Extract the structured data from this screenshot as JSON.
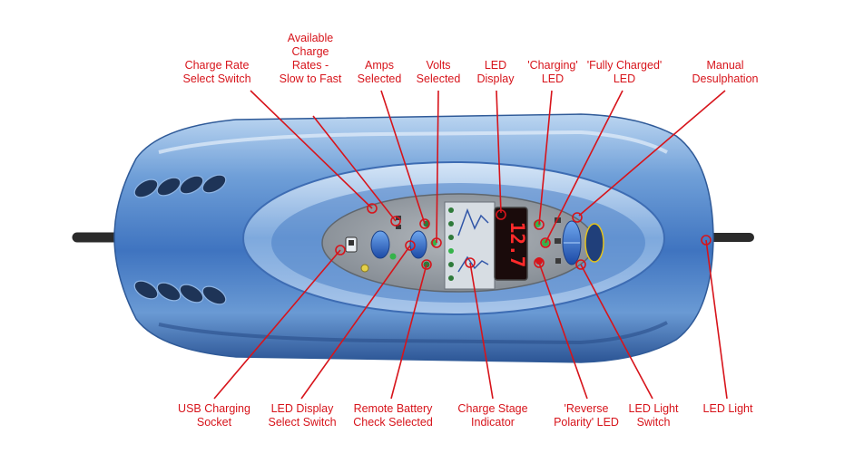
{
  "top_labels": [
    {
      "id": "charge-rate",
      "text": "Charge Rate\nSelect Switch"
    },
    {
      "id": "available-rates",
      "text": "Available\nCharge\nRates -\nSlow to Fast"
    },
    {
      "id": "amps",
      "text": "Amps\nSelected"
    },
    {
      "id": "volts",
      "text": "Volts\nSelected"
    },
    {
      "id": "led-display",
      "text": "LED\nDisplay"
    },
    {
      "id": "charging-led",
      "text": "'Charging'\nLED"
    },
    {
      "id": "fully-charged-led",
      "text": "'Fully Charged'\nLED"
    },
    {
      "id": "manual-desulphation",
      "text": "Manual\nDesulphation"
    }
  ],
  "bottom_labels": [
    {
      "id": "usb-socket",
      "text": "USB Charging\nSocket"
    },
    {
      "id": "led-display-switch",
      "text": "LED Display\nSelect Switch"
    },
    {
      "id": "remote-battery",
      "text": "Remote Battery\nCheck Selected"
    },
    {
      "id": "charge-stage",
      "text": "Charge Stage\nIndicator"
    },
    {
      "id": "reverse-polarity",
      "text": "'Reverse\nPolarity' LED"
    },
    {
      "id": "led-light-switch",
      "text": "LED Light\nSwitch"
    },
    {
      "id": "led-light",
      "text": "LED Light"
    }
  ],
  "display": {
    "digits": "12.7"
  },
  "colors": {
    "callout": "#d7141b",
    "body": "#5b8fd0",
    "panel": "#9aa1a8"
  }
}
